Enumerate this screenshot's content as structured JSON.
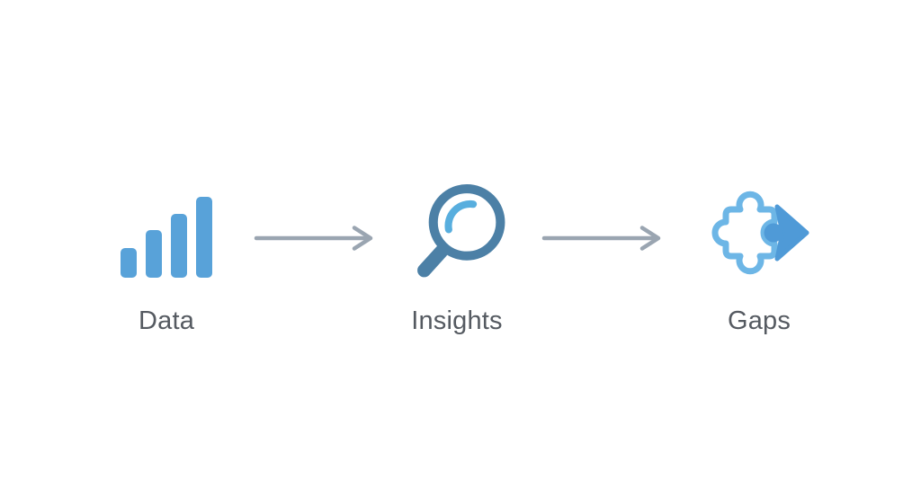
{
  "diagram": {
    "steps": [
      {
        "label": "Data",
        "icon": "bar-chart-icon"
      },
      {
        "label": "Insights",
        "icon": "magnifier-icon"
      },
      {
        "label": "Gaps",
        "icon": "puzzle-arrow-icon"
      }
    ],
    "connectors": [
      {
        "from": "Data",
        "to": "Insights",
        "shape": "right-arrow"
      },
      {
        "from": "Insights",
        "to": "Gaps",
        "shape": "right-arrow"
      }
    ]
  },
  "colors": {
    "bar_blue": "#58a2d9",
    "magnifier_blue": "#4c80a6",
    "highlight_blue": "#58aede",
    "puzzle_outline_blue": "#6db6e6",
    "arrow_fill_blue": "#4f9ad7",
    "connector_gray": "#9aa5b1",
    "label_gray": "#555a61",
    "background": "#ffffff"
  }
}
